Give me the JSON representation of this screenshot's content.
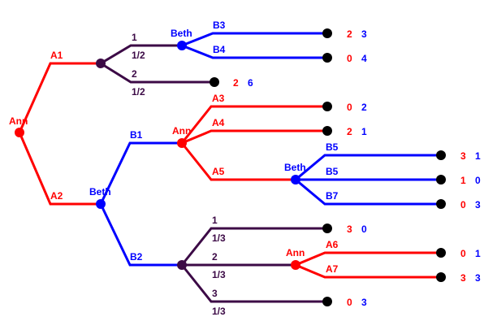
{
  "colors": {
    "ann": "#ff0000",
    "beth": "#0000ff",
    "chance": "#3c0a46",
    "terminal": "#000000"
  },
  "nodes": {
    "root": {
      "player": "Ann"
    },
    "chance_top": {
      "player": ""
    },
    "beth_top": {
      "player": "Beth"
    },
    "beth_mid": {
      "player": "Beth"
    },
    "ann_mid": {
      "player": "Ann"
    },
    "beth_deep": {
      "player": "Beth"
    },
    "chance_bottom": {
      "player": ""
    },
    "ann_bottom": {
      "player": "Ann"
    }
  },
  "edges": {
    "root_a1": {
      "label": "A1"
    },
    "root_a2": {
      "label": "A2"
    },
    "chance_top_1": {
      "label": "1",
      "prob": "1/2"
    },
    "chance_top_2": {
      "label": "2",
      "prob": "1/2"
    },
    "beth_top_b3": {
      "label": "B3"
    },
    "beth_top_b4": {
      "label": "B4"
    },
    "beth_mid_b1": {
      "label": "B1"
    },
    "beth_mid_b2": {
      "label": "B2"
    },
    "ann_mid_a3": {
      "label": "A3"
    },
    "ann_mid_a4": {
      "label": "A4"
    },
    "ann_mid_a5": {
      "label": "A5"
    },
    "beth_deep_b5a": {
      "label": "B5"
    },
    "beth_deep_b5b": {
      "label": "B5"
    },
    "beth_deep_b7": {
      "label": "B7"
    },
    "chance_bottom_1": {
      "label": "1",
      "prob": "1/3"
    },
    "chance_bottom_2": {
      "label": "2",
      "prob": "1/3"
    },
    "chance_bottom_3": {
      "label": "3",
      "prob": "1/3"
    },
    "ann_bottom_a6": {
      "label": "A6"
    },
    "ann_bottom_a7": {
      "label": "A7"
    }
  },
  "payoffs": {
    "t1": {
      "ann": "2",
      "beth": "3"
    },
    "t2": {
      "ann": "0",
      "beth": "4"
    },
    "t3": {
      "ann": "2",
      "beth": "6"
    },
    "t4": {
      "ann": "0",
      "beth": "2"
    },
    "t5": {
      "ann": "2",
      "beth": "1"
    },
    "t6": {
      "ann": "3",
      "beth": "1"
    },
    "t7": {
      "ann": "1",
      "beth": "0"
    },
    "t8": {
      "ann": "0",
      "beth": "3"
    },
    "t9": {
      "ann": "3",
      "beth": "0"
    },
    "t10": {
      "ann": "0",
      "beth": "1"
    },
    "t11": {
      "ann": "3",
      "beth": "3"
    },
    "t12": {
      "ann": "0",
      "beth": "3"
    }
  }
}
